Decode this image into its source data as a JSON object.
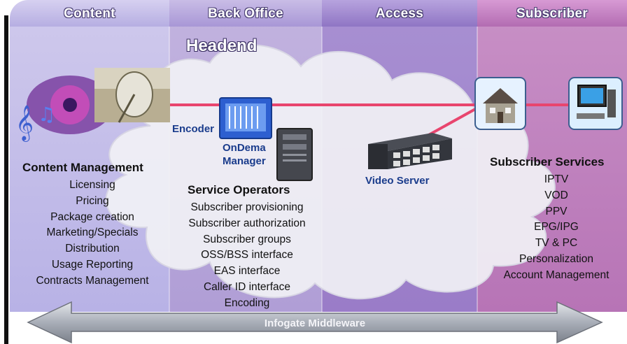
{
  "columns": [
    "Content",
    "Back Office",
    "Access",
    "Subscriber"
  ],
  "headend": "Headend",
  "labels": {
    "encoder": "Encoder",
    "ondemand_line1": "OnDema",
    "ondemand_line2": "Manager",
    "video_server": "Video Server"
  },
  "content_management": {
    "title": "Content Management",
    "items": [
      "Licensing",
      "Pricing",
      "Package creation",
      "Marketing/Specials",
      "Distribution",
      "Usage Reporting",
      "Contracts Management"
    ]
  },
  "service_operators": {
    "title": "Service Operators",
    "items": [
      "Subscriber provisioning",
      "Subscriber authorization",
      "Subscriber groups",
      "OSS/BSS interface",
      "EAS interface",
      "Caller ID interface",
      "Encoding"
    ]
  },
  "subscriber_services": {
    "title": "Subscriber Services",
    "items": [
      "IPTV",
      "VOD",
      "PPV",
      "EPG/IPG",
      "TV & PC",
      "Personalization",
      "Account Management"
    ]
  },
  "middleware": "Infogate Middleware",
  "colors": {
    "link_line": "#e8456e",
    "heading_blue": "#1a3c8c"
  }
}
